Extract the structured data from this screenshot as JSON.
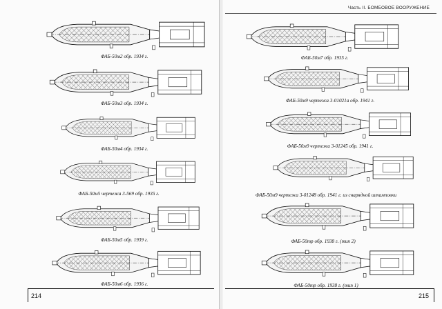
{
  "header": {
    "running_title": "Часть II. БОМБОВОЕ ВООРУЖЕНИЕ"
  },
  "left_page": {
    "page_number": "214",
    "captions": [
      "ФАБ-50м2 обр. 1934 г.",
      "ФАБ-50м3 обр. 1934 г.",
      "ФАБ-50м4 обр. 1934 г.",
      "ФАБ-50м5 чертежа 3-569 обр. 1935 г.",
      "ФАБ-50м5 обр. 1939 г.",
      "ФАБ-50м6 обр. 1936 г."
    ]
  },
  "right_page": {
    "page_number": "215",
    "captions": [
      "ФАБ-50м7 обр. 1935 г.",
      "ФАБ-50м9 чертежа 3-01021а обр. 1941 г.",
      "ФАБ-50м9 чертежа 3-01245 обр. 1941 г.",
      "ФАБ-50м9 чертежа 3-01248 обр. 1941 г. из снарядной штамповки",
      "ФАБ-50тр обр. 1938 г. (тип 2)",
      "ФАБ-50тр обр. 1938 г. (тип 1)"
    ]
  }
}
